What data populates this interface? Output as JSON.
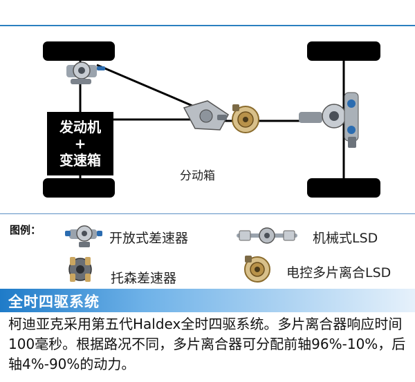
{
  "diagram": {
    "engine_line1": "发动机",
    "engine_plus": "+",
    "engine_line2": "变速箱",
    "transfer_case_label": "分动箱"
  },
  "legend": {
    "title": "图例：",
    "items": [
      {
        "label": "开放式差速器",
        "icon": "open-differential-icon"
      },
      {
        "label": "机械式LSD",
        "icon": "mechanical-lsd-icon"
      },
      {
        "label": "托森差速器",
        "icon": "torsen-differential-icon"
      },
      {
        "label": "电控多片离合LSD",
        "icon": "electronic-multiplate-clutch-lsd-icon"
      }
    ]
  },
  "section": {
    "title": "全时四驱系统",
    "body": "柯迪亚克采用第五代Haldex全时四驱系统。多片离合器响应时间100毫秒。根据路况不同，多片离合器可分配前轴96%-10%，后轴4%-90%的动力。"
  },
  "colors": {
    "accent_blue": "#2a7fc0",
    "wheel_black": "#000000",
    "gold_part": "#c8a45a"
  }
}
